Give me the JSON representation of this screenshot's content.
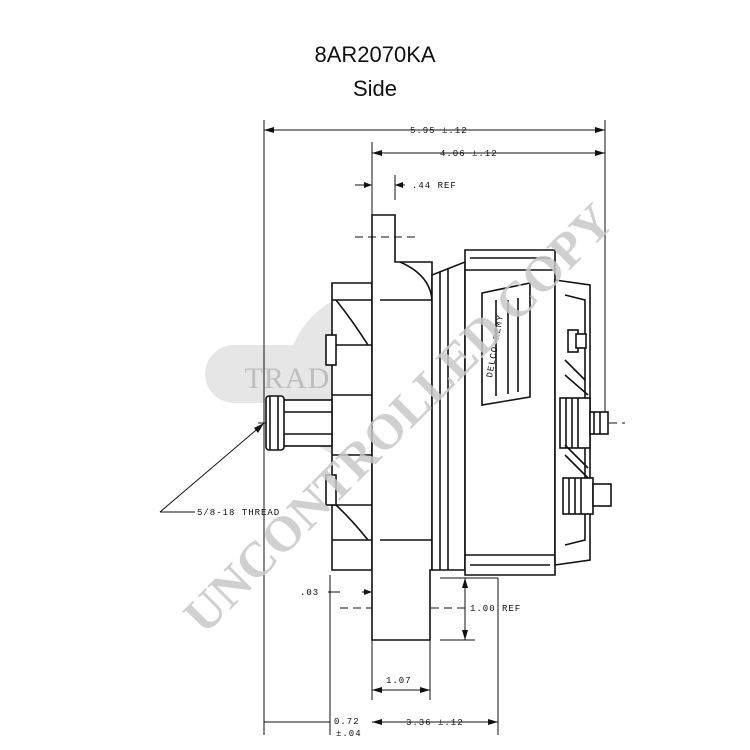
{
  "header": {
    "part_number": "8AR2070KA",
    "view": "Side"
  },
  "dimensions": {
    "overall_length": "5.95 ±.12",
    "body_length": "4.06 ±.12",
    "ref_offset": ".44 REF",
    "thread": "5/8-18 THREAD",
    "gap": ".03",
    "mount_ref": "1.00 REF",
    "mount_offset": "1.07",
    "pulley_width_top": "0.72",
    "pulley_width_tol": "±.04",
    "base_length": "3.36 ±.12"
  },
  "nameplate": {
    "brand": "DELCO REMY"
  },
  "watermarks": {
    "trade": "TRADE SERVICES",
    "uncontrolled": "UNCONTROLLED COPY"
  }
}
